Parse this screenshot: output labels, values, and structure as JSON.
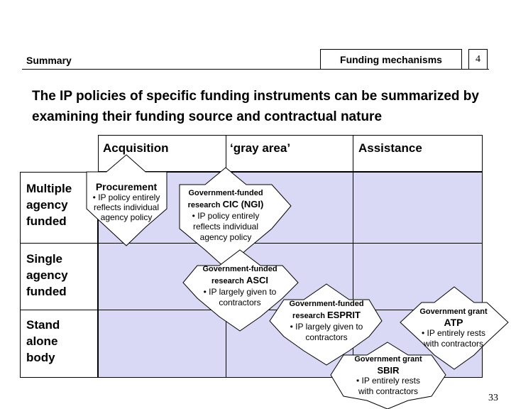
{
  "header": {
    "section": "Summary",
    "tab": "Funding mechanisms",
    "slide_number": "4"
  },
  "headline": "The IP policies of specific funding instruments can be summarized by examining their funding source and contractual nature",
  "matrix": {
    "columns": [
      "Acquisition",
      "‘gray area’",
      "Assistance"
    ],
    "rows": [
      {
        "label_lines": [
          "Multiple",
          "agency",
          "funded"
        ]
      },
      {
        "label_lines": [
          "Single",
          "agency",
          "funded"
        ]
      },
      {
        "label_lines": [
          "Stand",
          "alone",
          "body"
        ]
      }
    ]
  },
  "callouts": {
    "procurement": {
      "title": "Procurement",
      "bullet": "• IP policy entirely reflects individual agency policy"
    },
    "cic": {
      "prefix_line": "Government-funded",
      "prefix": "research ",
      "name": "CIC (NGI)",
      "bullet": "• IP policy entirely reflects individual agency policy"
    },
    "asci": {
      "prefix_line": "Government-funded",
      "prefix": "research ",
      "name": "ASCI",
      "bullet": "• IP largely given to contractors"
    },
    "esprit": {
      "prefix_line": "Government-funded",
      "prefix": "research ",
      "name": "ESPRIT",
      "bullet": "• IP largely given to contractors"
    },
    "atp": {
      "prefix_line": "Government grant",
      "name": "ATP",
      "bullet": "• IP entirely rests with contractors"
    },
    "sbir": {
      "prefix_line": "Government grant",
      "name": "SBIR",
      "bullet": "• IP entirely rests with contractors"
    }
  },
  "page_number": "33",
  "colors": {
    "cell_fill": "#d9d9f5",
    "border": "#000000"
  }
}
